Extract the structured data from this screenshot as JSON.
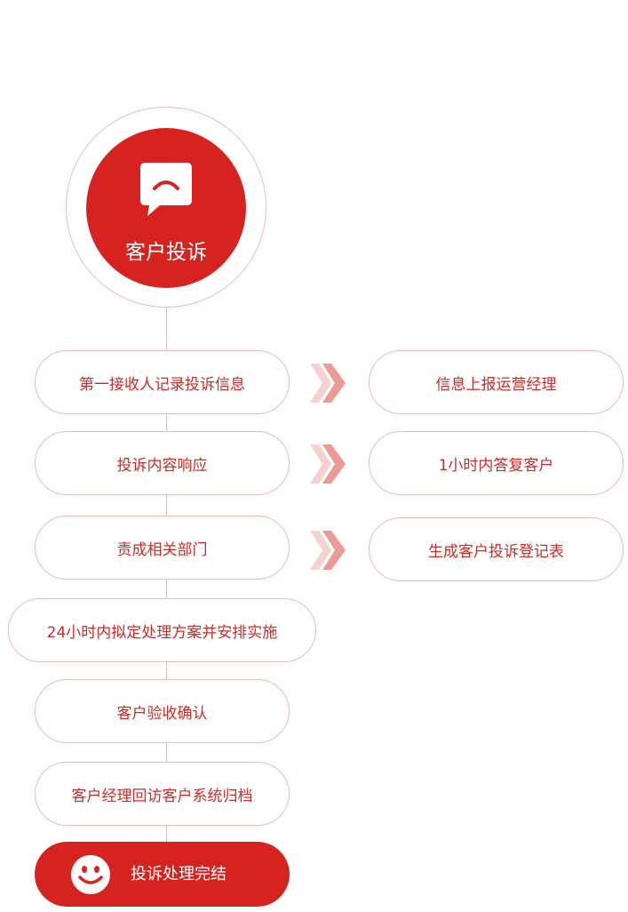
{
  "header": {
    "title": "客户投诉",
    "icon": "speech-bubble-icon"
  },
  "steps": [
    {
      "label": "第一接收人记录投诉信息",
      "result": "信息上报运营经理"
    },
    {
      "label": "投诉内容响应",
      "result": "1小时内答复客户"
    },
    {
      "label": "责成相关部门",
      "result": "生成客户投诉登记表"
    },
    {
      "label": "24小时内拟定处理方案并安排实施"
    },
    {
      "label": "客户验收确认"
    },
    {
      "label": "客户经理回访客户系统归档"
    }
  ],
  "final": {
    "label": "投诉处理完结",
    "icon": "smiley-icon"
  },
  "colors": {
    "accent": "#d7231f",
    "text": "#cf2a25",
    "border": "#edbab4",
    "arrow": "#eb9a94"
  }
}
